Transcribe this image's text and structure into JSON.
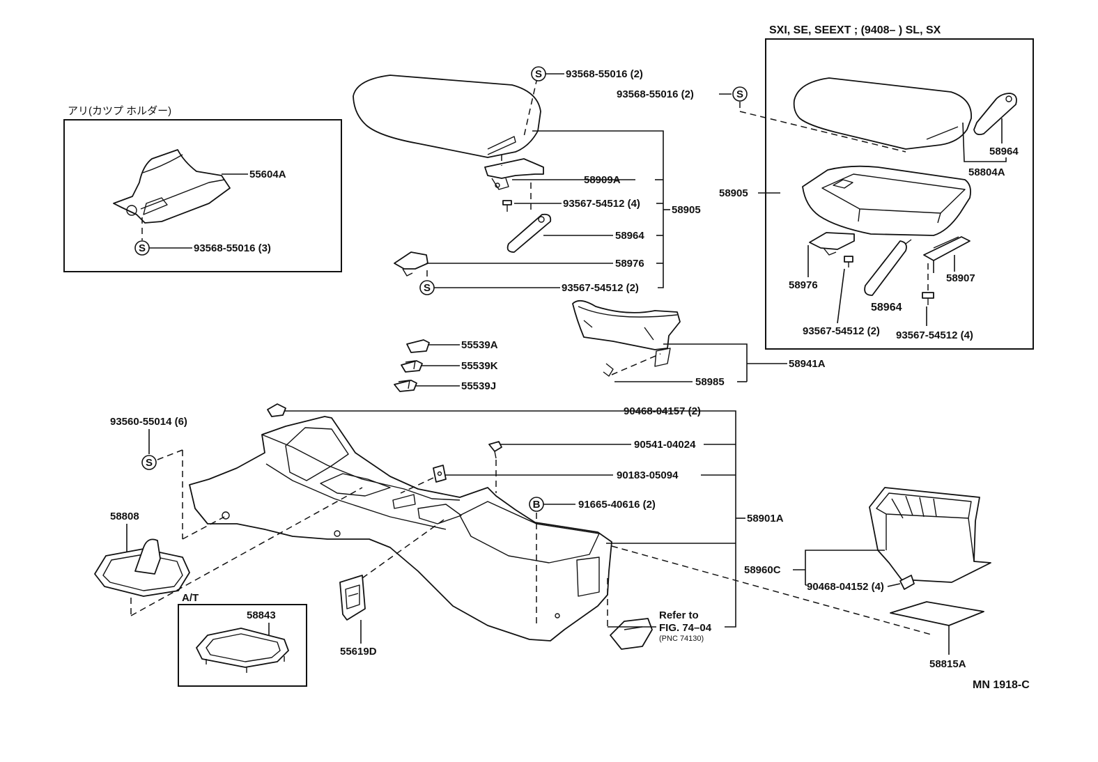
{
  "headers": {
    "variant_box": "SXI, SE, SEEXT ; (9408–        ) SL, SX",
    "cup_holder_box": "アリ(カツプ ホルダー)",
    "at_box": "A/T"
  },
  "diagram_code": "MN 1918-C",
  "symbols": {
    "s": "S",
    "b": "B"
  },
  "reference": {
    "line1": "Refer to",
    "line2": "FIG. 74–04",
    "line3": "(PNC 74130)"
  },
  "parts": {
    "p55604a": "55604A",
    "p93568_3": "93568-55016 (3)",
    "p93568_top": "93568-55016 (2)",
    "p58909a": "58909A",
    "p93567_4_mid": "93567-54512 (4)",
    "p58905_mid": "58905",
    "p58964_mid": "58964",
    "p58976_mid": "58976",
    "p93567_2_mid": "93567-54512 (2)",
    "p93568_right": "93568-55016 (2)",
    "p58964_right": "58964",
    "p58804a": "58804A",
    "p58905_right": "58905",
    "p58976_right": "58976",
    "p58964_bold": "58964",
    "p58907": "58907",
    "p93567_2_right": "93567-54512 (2)",
    "p93567_4_right": "93567-54512 (4)",
    "p55539a": "55539A",
    "p55539k": "55539K",
    "p55539j": "55539J",
    "p58941a": "58941A",
    "p58985": "58985",
    "p93560": "93560-55014 (6)",
    "p90468_2": "90468-04157 (2)",
    "p90541": "90541-04024",
    "p90183": "90183-05094",
    "p91665": "91665-40616 (2)",
    "p58901a": "58901A",
    "p58808": "58808",
    "p58843": "58843",
    "p55619d": "55619D",
    "p58960c": "58960C",
    "p90468_4": "90468-04152 (4)",
    "p58815a": "58815A"
  }
}
